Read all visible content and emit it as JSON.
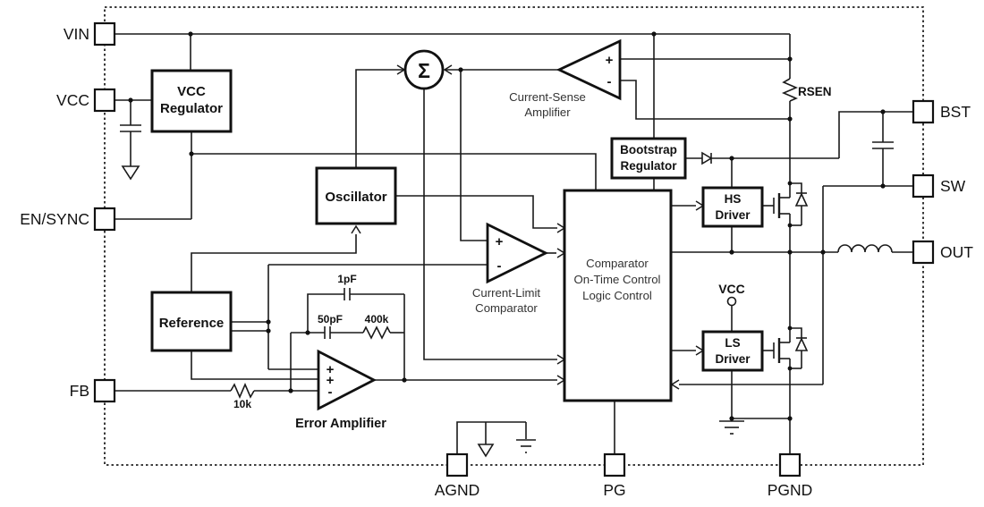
{
  "diagram": {
    "pins": {
      "vin": "VIN",
      "vcc": "VCC",
      "en_sync": "EN/SYNC",
      "fb": "FB",
      "bst": "BST",
      "sw": "SW",
      "out": "OUT",
      "agnd": "AGND",
      "pg": "PG",
      "pgnd": "PGND"
    },
    "blocks": {
      "vcc_regulator_line1": "VCC",
      "vcc_regulator_line2": "Regulator",
      "oscillator": "Oscillator",
      "reference": "Reference",
      "bootstrap_line1": "Bootstrap",
      "bootstrap_line2": "Regulator",
      "hs_driver_line1": "HS",
      "hs_driver_line2": "Driver",
      "ls_driver_line1": "LS",
      "ls_driver_line2": "Driver",
      "control_line1": "Comparator",
      "control_line2": "On-Time Control",
      "control_line3": "Logic Control"
    },
    "amplifiers": {
      "current_sense_line1": "Current-Sense",
      "current_sense_line2": "Amplifier",
      "current_limit_line1": "Current-Limit",
      "current_limit_line2": "Comparator",
      "error_amplifier": "Error Amplifier",
      "summing_symbol": "Σ",
      "plus": "+",
      "minus": "-"
    },
    "components": {
      "rsen": "RSEN",
      "cap_1pf": "1pF",
      "cap_50pf": "50pF",
      "res_400k": "400k",
      "res_10k": "10k",
      "vcc_supply": "VCC"
    },
    "colors": {
      "line": "#1a1a1a",
      "background": "#ffffff"
    }
  }
}
